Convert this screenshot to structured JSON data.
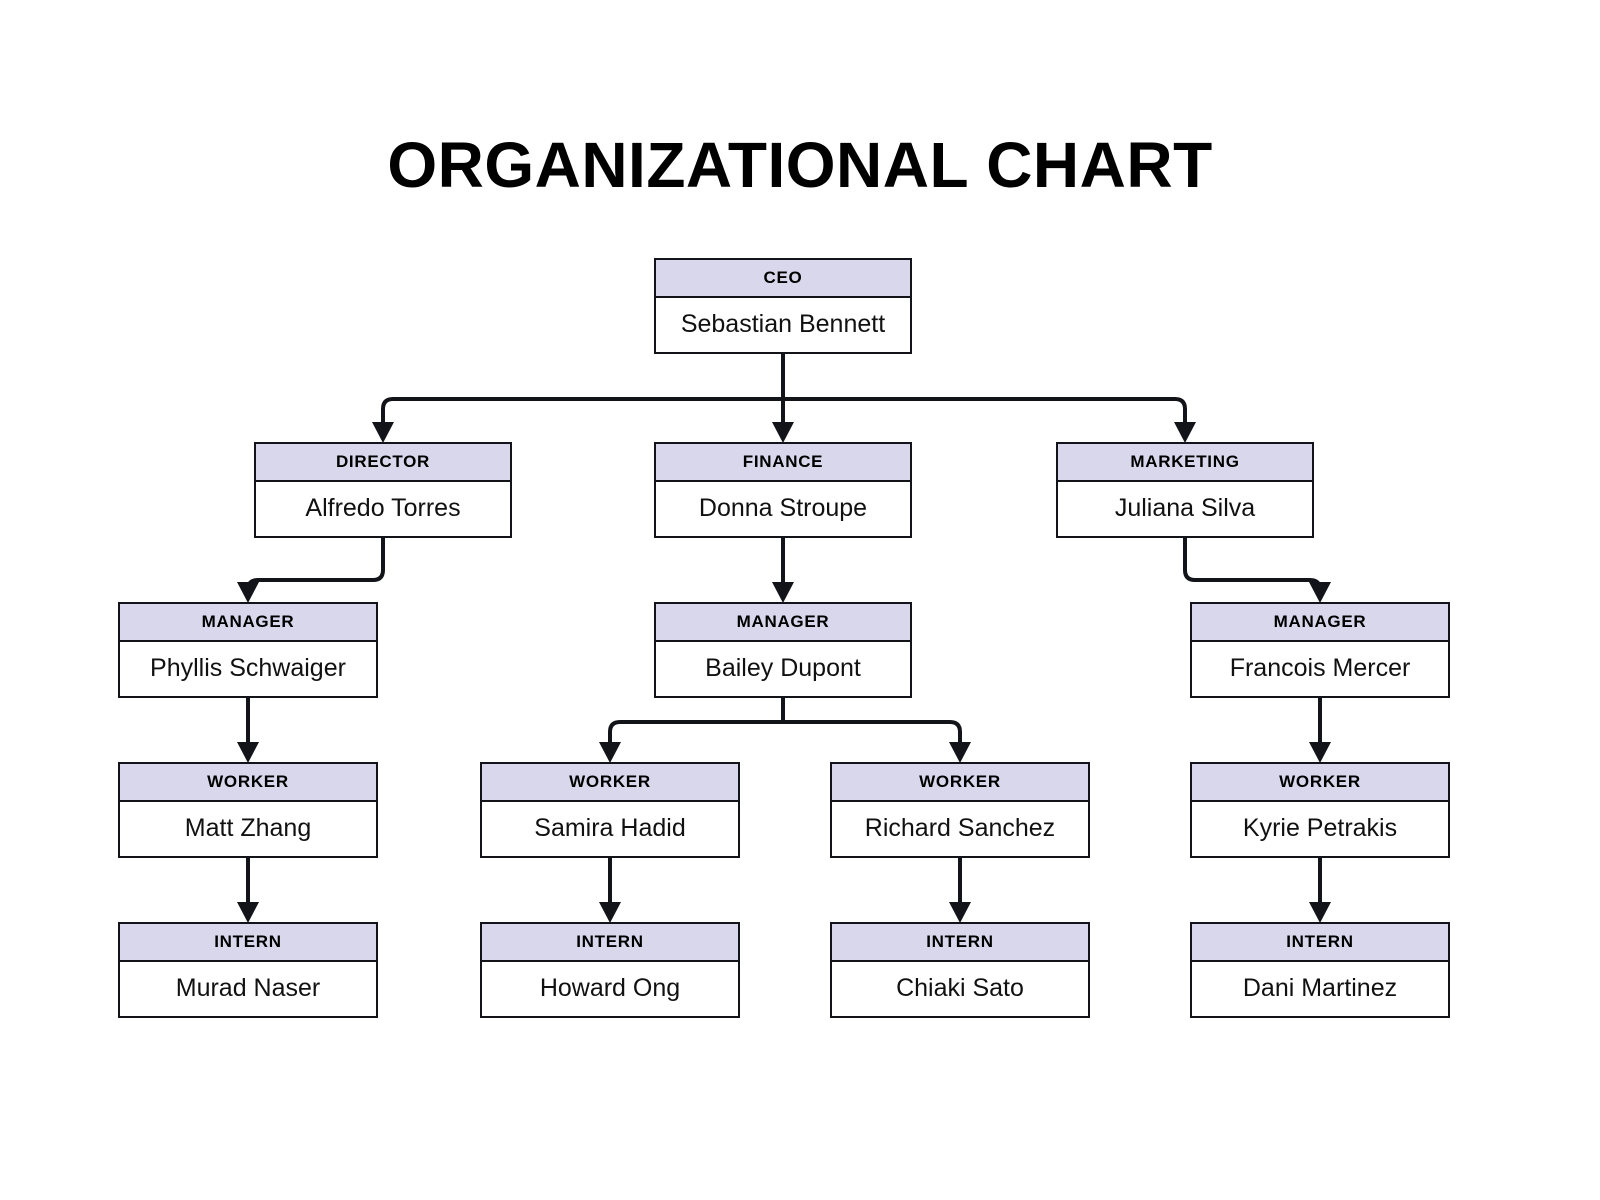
{
  "title": "ORGANIZATIONAL CHART",
  "colors": {
    "header_fill": "#d9d7ec",
    "body_fill": "#ffffff",
    "border": "#13131a",
    "text": "#000000",
    "background": "#ffffff"
  },
  "chart_data": {
    "type": "diagram",
    "diagram_type": "organizational-chart",
    "title": "ORGANIZATIONAL CHART",
    "nodes": [
      {
        "id": "ceo",
        "role": "CEO",
        "name": "Sebastian Bennett",
        "level": 0
      },
      {
        "id": "director",
        "role": "DIRECTOR",
        "name": "Alfredo Torres",
        "level": 1
      },
      {
        "id": "finance",
        "role": "FINANCE",
        "name": "Donna Stroupe",
        "level": 1
      },
      {
        "id": "marketing",
        "role": "MARKETING",
        "name": "Juliana Silva",
        "level": 1
      },
      {
        "id": "mgr1",
        "role": "MANAGER",
        "name": "Phyllis Schwaiger",
        "level": 2
      },
      {
        "id": "mgr2",
        "role": "MANAGER",
        "name": "Bailey Dupont",
        "level": 2
      },
      {
        "id": "mgr3",
        "role": "MANAGER",
        "name": "Francois Mercer",
        "level": 2
      },
      {
        "id": "wkr1",
        "role": "WORKER",
        "name": "Matt Zhang",
        "level": 3
      },
      {
        "id": "wkr2",
        "role": "WORKER",
        "name": "Samira Hadid",
        "level": 3
      },
      {
        "id": "wkr3",
        "role": "WORKER",
        "name": "Richard Sanchez",
        "level": 3
      },
      {
        "id": "wkr4",
        "role": "WORKER",
        "name": "Kyrie Petrakis",
        "level": 3
      },
      {
        "id": "int1",
        "role": "INTERN",
        "name": "Murad Naser",
        "level": 4
      },
      {
        "id": "int2",
        "role": "INTERN",
        "name": "Howard Ong",
        "level": 4
      },
      {
        "id": "int3",
        "role": "INTERN",
        "name": "Chiaki Sato",
        "level": 4
      },
      {
        "id": "int4",
        "role": "INTERN",
        "name": "Dani Martinez",
        "level": 4
      }
    ],
    "edges": [
      {
        "from": "ceo",
        "to": "director"
      },
      {
        "from": "ceo",
        "to": "finance"
      },
      {
        "from": "ceo",
        "to": "marketing"
      },
      {
        "from": "director",
        "to": "mgr1"
      },
      {
        "from": "finance",
        "to": "mgr2"
      },
      {
        "from": "marketing",
        "to": "mgr3"
      },
      {
        "from": "mgr1",
        "to": "wkr1"
      },
      {
        "from": "mgr2",
        "to": "wkr2"
      },
      {
        "from": "mgr2",
        "to": "wkr3"
      },
      {
        "from": "mgr3",
        "to": "wkr4"
      },
      {
        "from": "wkr1",
        "to": "int1"
      },
      {
        "from": "wkr2",
        "to": "int2"
      },
      {
        "from": "wkr3",
        "to": "int3"
      },
      {
        "from": "wkr4",
        "to": "int4"
      }
    ]
  }
}
